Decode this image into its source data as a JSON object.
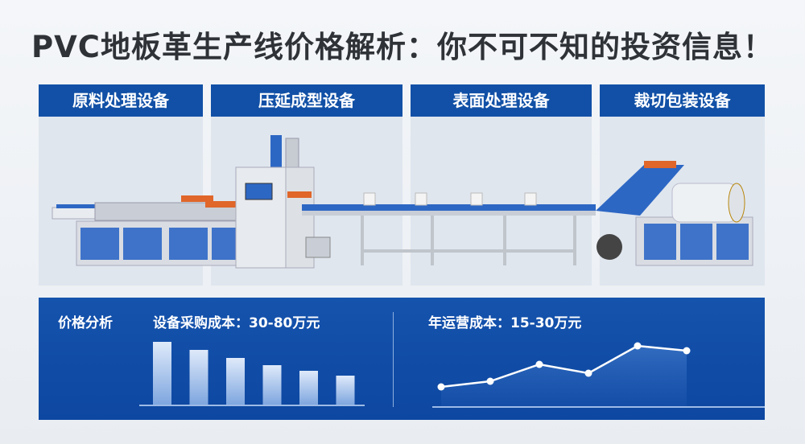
{
  "title": "PVC地板革生产线价格解析：你不可不知的投资信息！",
  "sections": [
    {
      "label": "原料处理设备"
    },
    {
      "label": "压延成型设备"
    },
    {
      "label": "表面处理设备"
    },
    {
      "label": "裁切包装设备"
    }
  ],
  "price": {
    "heading": "价格分析",
    "equipment_cost": "设备采购成本：30-80万元",
    "operating_cost": "年运营成本：15-30万元"
  },
  "colors": {
    "brand_blue": "#1150a6",
    "title": "#2f3338",
    "accent_orange": "#e0662a"
  },
  "chart_data": [
    {
      "type": "bar",
      "values": [
        78,
        68,
        58,
        49,
        42,
        36
      ]
    },
    {
      "type": "line",
      "values": [
        24,
        31,
        52,
        41,
        75,
        69
      ]
    }
  ]
}
